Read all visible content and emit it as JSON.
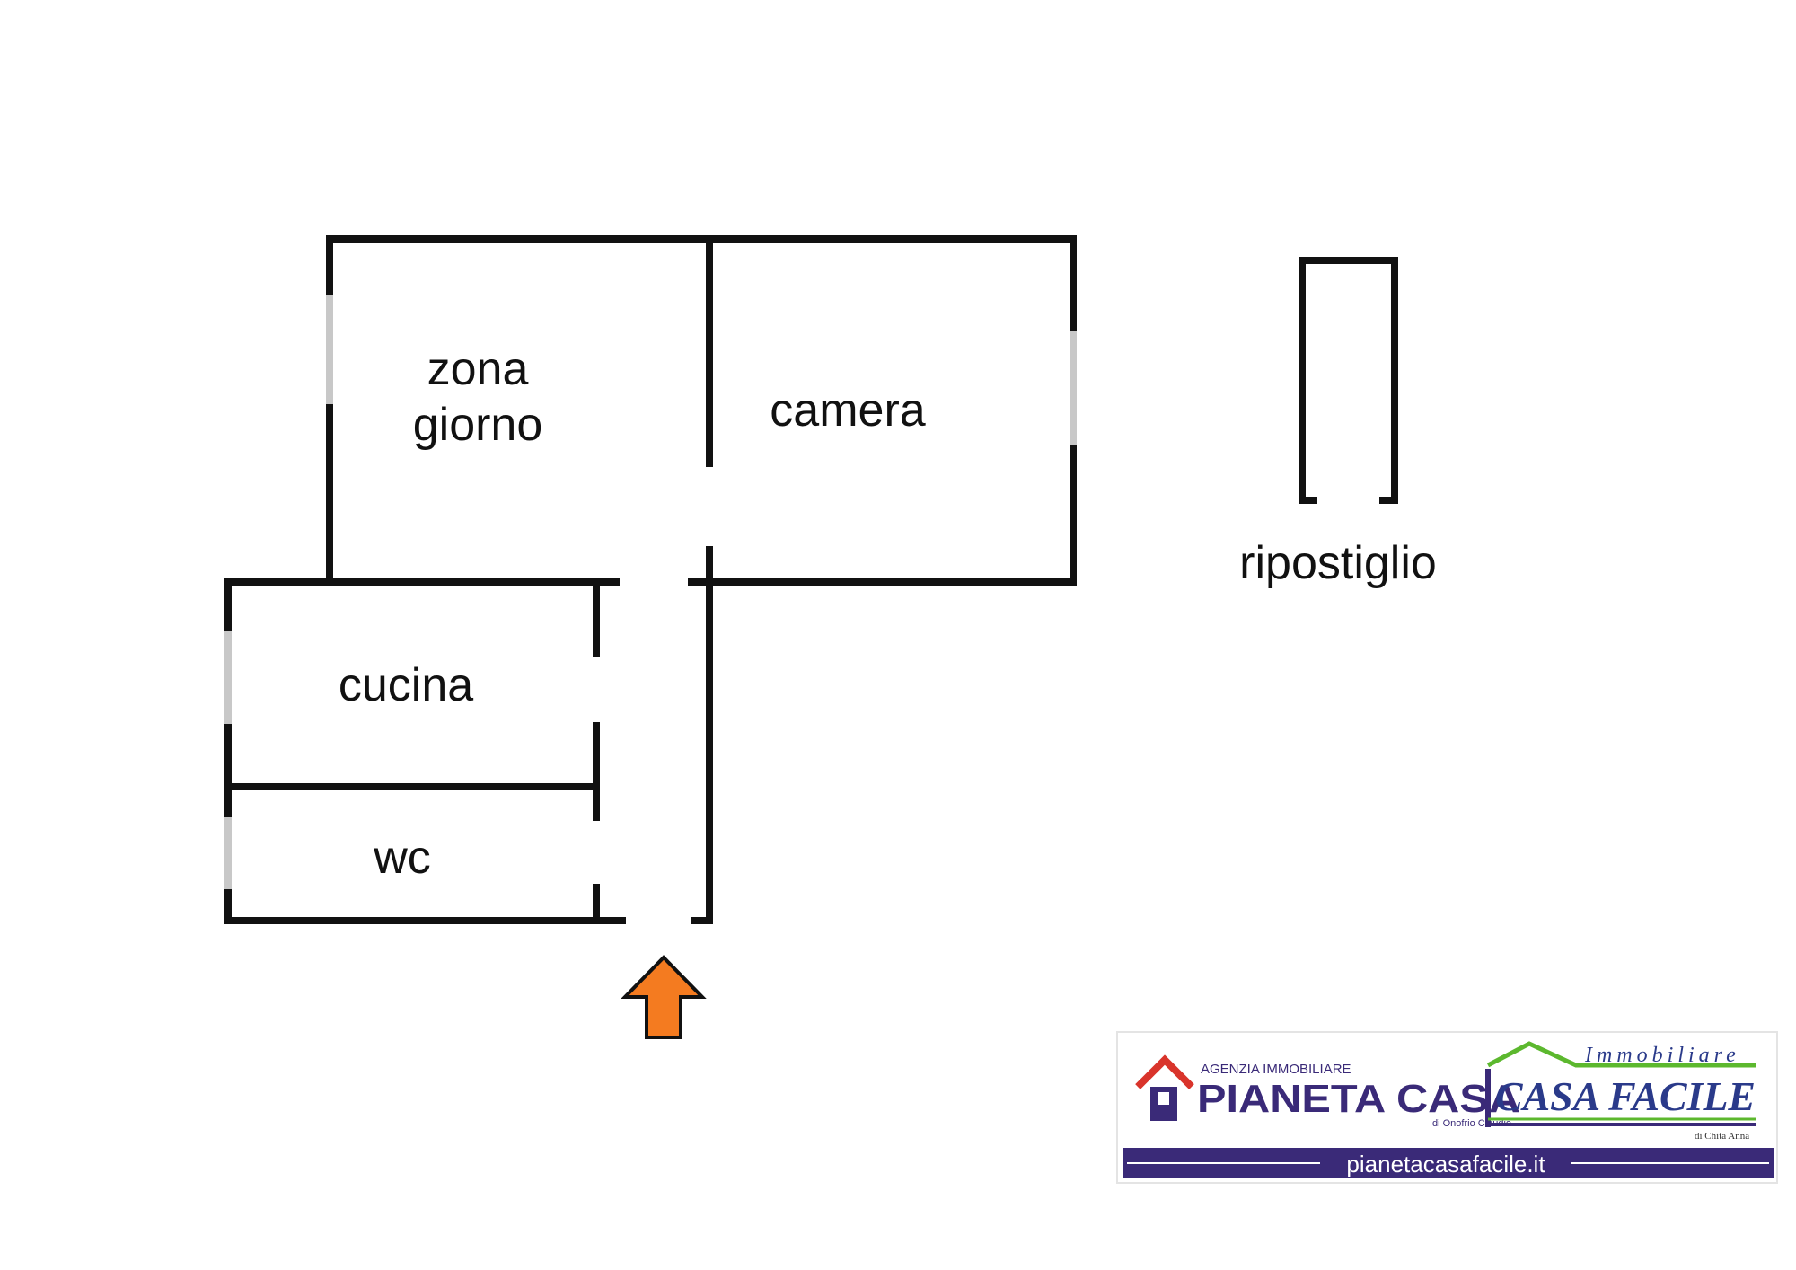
{
  "rooms": {
    "zona_giorno_line1": "zona",
    "zona_giorno_line2": "giorno",
    "camera": "camera",
    "ripostiglio": "ripostiglio",
    "cucina": "cucina",
    "wc": "wc"
  },
  "entrance_arrow": {
    "icon": "up-arrow-icon",
    "color": "#f47b20"
  },
  "logo": {
    "pianeta_casa": {
      "subtitle": "AGENZIA IMMOBILIARE",
      "name": "PIANETA CASA",
      "owner": "di Onofrio Claudio",
      "icon": "house-icon"
    },
    "casa_facile": {
      "top": "Immobiliare",
      "name": "CASA FACILE",
      "owner": "di Chita Anna",
      "icon": "roof-icon"
    },
    "website": "pianetacasafacile.it"
  },
  "colors": {
    "wall": "#111111",
    "window": "#c8c8c8",
    "brand_purple": "#3a2a78",
    "brand_green": "#5cb82e",
    "brand_red": "#d9342b"
  }
}
